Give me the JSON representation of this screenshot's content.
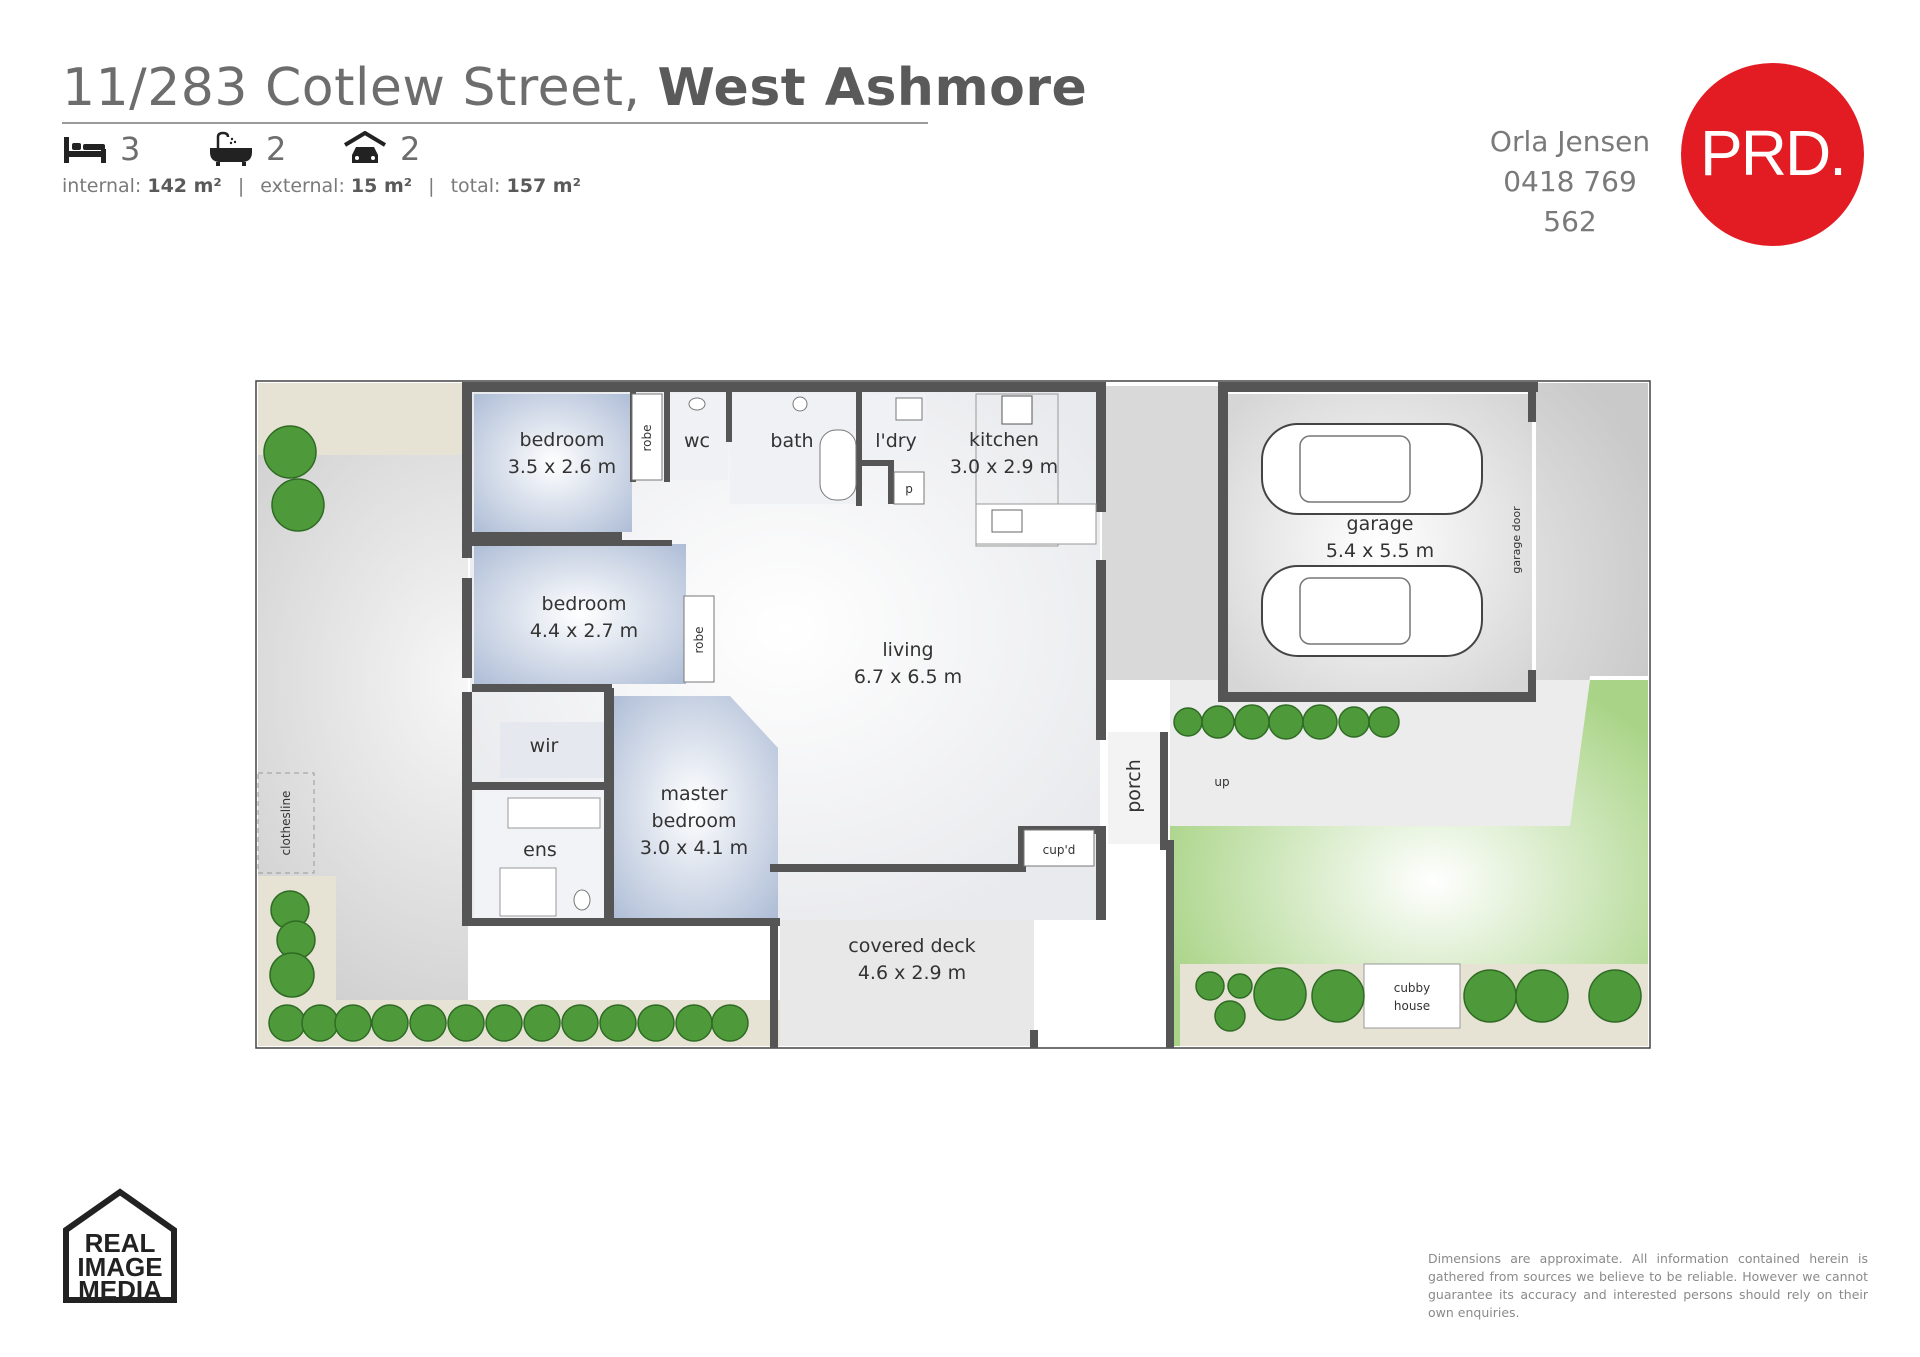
{
  "header": {
    "street": "11/283 Cotlew Street,",
    "suburb": "West Ashmore"
  },
  "stats": {
    "beds": "3",
    "baths": "2",
    "cars": "2",
    "bed_icon": "bed-icon",
    "bath_icon": "bath-icon",
    "car_icon": "garage-car-icon"
  },
  "areas": {
    "internal_label": "internal:",
    "internal": "142 m²",
    "external_label": "external:",
    "external": "15 m²",
    "total_label": "total:",
    "total": "157 m²"
  },
  "agent": {
    "name": "Orla Jensen",
    "phone": "0418 769 562"
  },
  "brand": {
    "logo_text": "PRD.",
    "color": "#e31b23",
    "media_logo_lines": [
      "REAL",
      "IMAGE",
      "MEDIA"
    ]
  },
  "rooms": {
    "bedroom1": {
      "name": "bedroom",
      "dims": "3.5 x 2.6 m"
    },
    "bedroom2": {
      "name": "bedroom",
      "dims": "4.4 x 2.7 m"
    },
    "master": {
      "name1": "master",
      "name2": "bedroom",
      "dims": "3.0 x 4.1 m"
    },
    "living": {
      "name": "living",
      "dims": "6.7 x 6.5 m"
    },
    "kitchen": {
      "name": "kitchen",
      "dims": "3.0 x 2.9 m"
    },
    "garage": {
      "name": "garage",
      "dims": "5.4 x 5.5 m"
    },
    "deck": {
      "name": "covered deck",
      "dims": "4.6 x 2.9 m"
    },
    "wc": "wc",
    "bath": "bath",
    "laundry": "l'dry",
    "wir": "wir",
    "ens": "ens",
    "porch": "porch",
    "cupd": "cup'd",
    "robe1": "robe",
    "robe2": "robe",
    "pantry": "p",
    "garage_door": "garage door",
    "clothesline": "clothesline",
    "up": "up",
    "cubby1": "cubby",
    "cubby2": "house"
  },
  "colors": {
    "wall": "#555555",
    "bedroom_fill": "#c3cfe2",
    "yard": "#dcdcdc",
    "lawn": "#cfe6b3",
    "tree": "#4e9a3a"
  },
  "disclaimer": "Dimensions are approximate.  All information contained herein is gathered from sources we believe to be reliable.  However we cannot guarantee its accuracy and interested persons should rely on their own enquiries."
}
